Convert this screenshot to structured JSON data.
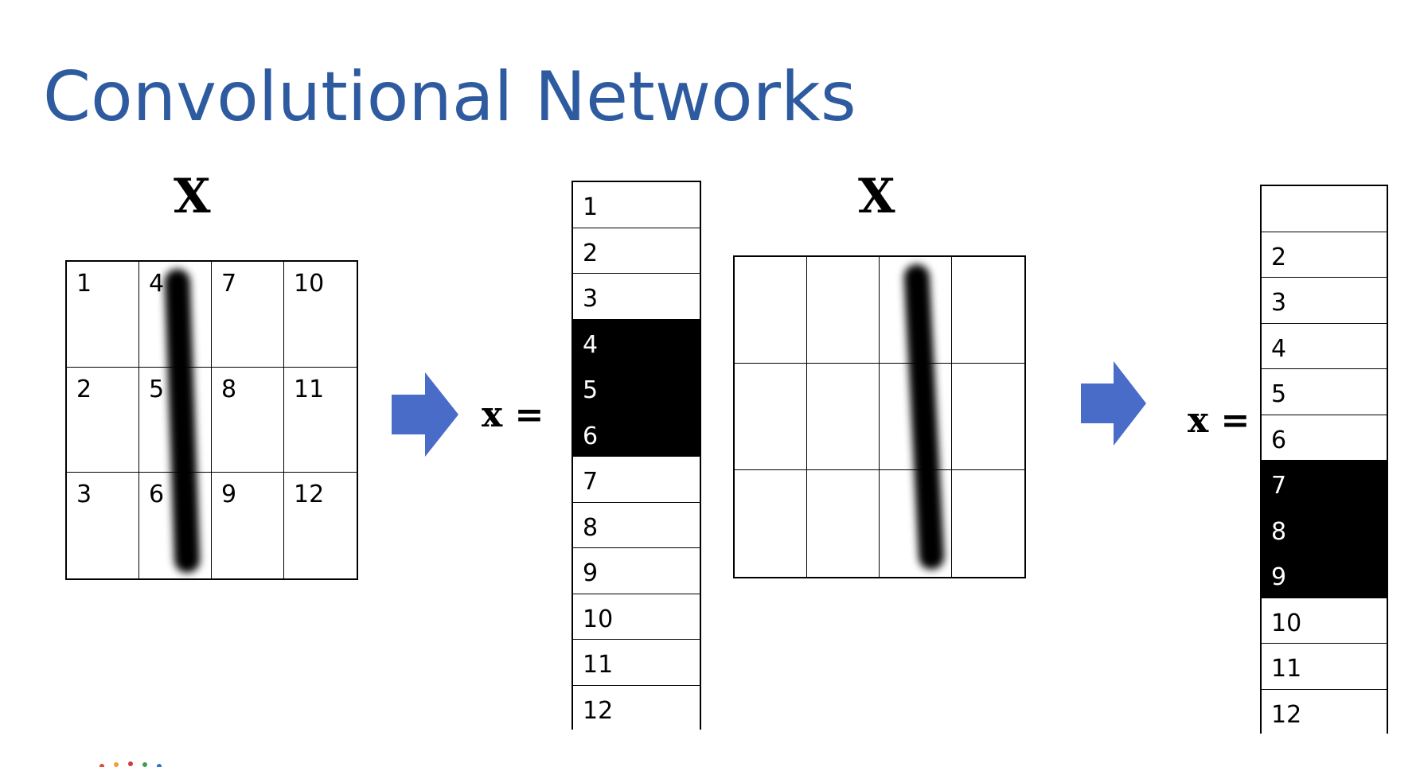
{
  "title": "Convolutional Networks",
  "left_panel": {
    "matrix_label": "X",
    "grid_numbers": [
      [
        "1",
        "4",
        "7",
        "10"
      ],
      [
        "2",
        "5",
        "8",
        "11"
      ],
      [
        "3",
        "6",
        "9",
        "12"
      ]
    ],
    "equals_label": "x =",
    "vector": [
      "1",
      "2",
      "3",
      "4",
      "5",
      "6",
      "7",
      "8",
      "9",
      "10",
      "11",
      "12"
    ],
    "highlighted": [
      4,
      5,
      6
    ]
  },
  "right_panel": {
    "matrix_label": "X",
    "equals_label": "x =",
    "vector": [
      "",
      "2",
      "3",
      "4",
      "5",
      "6",
      "7",
      "8",
      "9",
      "10",
      "11",
      "12"
    ],
    "highlighted": [
      7,
      8,
      9
    ]
  },
  "colors": {
    "title": "#2e5aa0",
    "arrow": "#4a6cc9",
    "highlight": "#000000"
  }
}
